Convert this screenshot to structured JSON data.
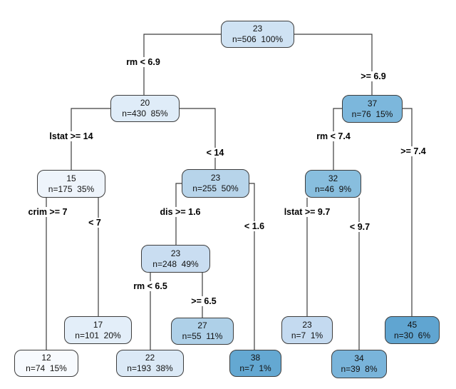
{
  "diagram": {
    "type": "decision-tree",
    "background": "#ffffff",
    "node_border_color": "#3d3d3d",
    "edge_color": "#3d3d3d",
    "label_background": "#ffffff",
    "nodes": [
      {
        "id": "root",
        "value": "23",
        "stats": "n=506  100%",
        "fill": "#cfe2f3"
      },
      {
        "id": "node-20",
        "value": "20",
        "stats": "n=430  85%",
        "fill": "#dfecf8"
      },
      {
        "id": "node-37",
        "value": "37",
        "stats": "n=76  15%",
        "fill": "#7cb7dc"
      },
      {
        "id": "node-15",
        "value": "15",
        "stats": "n=175  35%",
        "fill": "#eef4fb"
      },
      {
        "id": "node-23a",
        "value": "23",
        "stats": "n=255  50%",
        "fill": "#b7d4ea"
      },
      {
        "id": "node-32",
        "value": "32",
        "stats": "n=46  9%",
        "fill": "#88bede"
      },
      {
        "id": "node-23b",
        "value": "23",
        "stats": "n=248  49%",
        "fill": "#c9ddf1"
      },
      {
        "id": "leaf-12",
        "value": "12",
        "stats": "n=74  15%",
        "fill": "#f7fafe"
      },
      {
        "id": "leaf-17",
        "value": "17",
        "stats": "n=101  20%",
        "fill": "#e3eef9"
      },
      {
        "id": "leaf-22",
        "value": "22",
        "stats": "n=193  38%",
        "fill": "#dbe9f6"
      },
      {
        "id": "leaf-27",
        "value": "27",
        "stats": "n=55  11%",
        "fill": "#aed0e8"
      },
      {
        "id": "leaf-38",
        "value": "38",
        "stats": "n=7  1%",
        "fill": "#64a8d2"
      },
      {
        "id": "leaf-23c",
        "value": "23",
        "stats": "n=7  1%",
        "fill": "#c4daf0"
      },
      {
        "id": "leaf-34",
        "value": "34",
        "stats": "n=39  8%",
        "fill": "#79b4da"
      },
      {
        "id": "leaf-45",
        "value": "45",
        "stats": "n=30  6%",
        "fill": "#60a5d1"
      }
    ],
    "split_labels": [
      {
        "text": "rm < 6.9"
      },
      {
        "text": ">= 6.9"
      },
      {
        "text": "lstat >= 14"
      },
      {
        "text": "< 14"
      },
      {
        "text": "rm < 7.4"
      },
      {
        "text": ">= 7.4"
      },
      {
        "text": "crim >= 7"
      },
      {
        "text": "< 7"
      },
      {
        "text": "dis >= 1.6"
      },
      {
        "text": "< 1.6"
      },
      {
        "text": "lstat >= 9.7"
      },
      {
        "text": "< 9.7"
      },
      {
        "text": "rm < 6.5"
      },
      {
        "text": ">= 6.5"
      }
    ]
  }
}
